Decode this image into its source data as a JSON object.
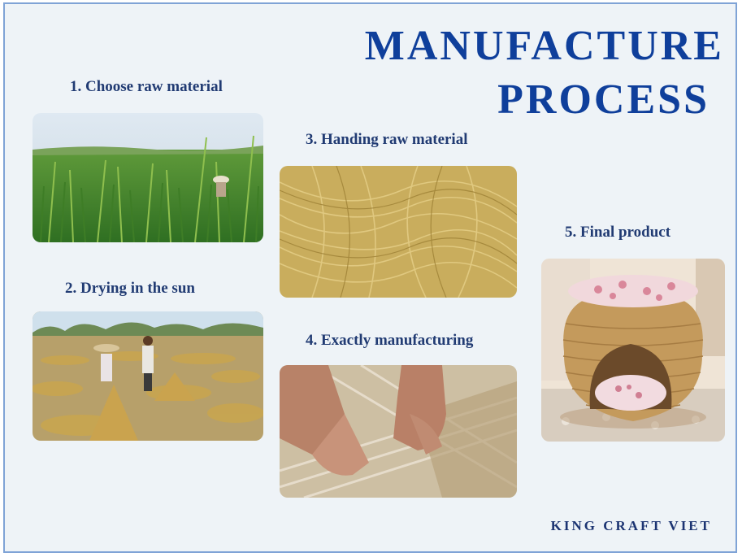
{
  "title": {
    "line1": "MANUFACTURE",
    "line2": "PROCESS"
  },
  "steps": [
    {
      "label": "1. Choose raw material",
      "photo_icon": "rush-field-photo"
    },
    {
      "label": "2. Drying in the sun",
      "photo_icon": "drying-rush-photo"
    },
    {
      "label": "3. Handing raw material",
      "photo_icon": "dried-fiber-photo"
    },
    {
      "label": "4.  Exactly manufacturing",
      "photo_icon": "weaving-hands-photo"
    },
    {
      "label": "5. Final product",
      "photo_icon": "wicker-pet-house-photo"
    }
  ],
  "brand": "KING CRAFT VIET",
  "colors": {
    "title": "#0f3f9b",
    "labels": "#213b73",
    "background": "#eef3f7",
    "border": "#7fa3d6"
  }
}
